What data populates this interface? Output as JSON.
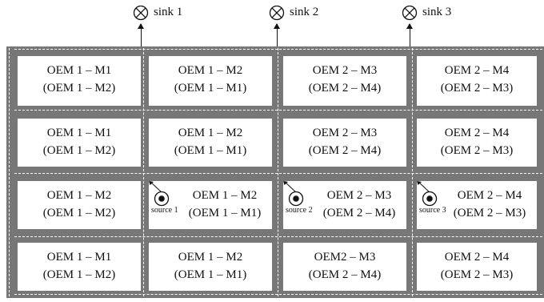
{
  "sinks": [
    {
      "label": "sink 1"
    },
    {
      "label": "sink 2"
    },
    {
      "label": "sink 3"
    }
  ],
  "rows": [
    [
      {
        "top": "OEM 1 – M1",
        "bottom": "(OEM 1 – M2)"
      },
      {
        "top": "OEM 1 – M2",
        "bottom": "(OEM 1 – M1)"
      },
      {
        "top": "OEM 2 – M3",
        "bottom": "(OEM 2 – M4)"
      },
      {
        "top": "OEM 2 – M4",
        "bottom": "(OEM 2 – M3)"
      }
    ],
    [
      {
        "top": "OEM 1 – M1",
        "bottom": "(OEM 1 – M2)"
      },
      {
        "top": "OEM 1 – M2",
        "bottom": "(OEM 1 – M1)"
      },
      {
        "top": "OEM 2 – M3",
        "bottom": "(OEM 2 – M4)"
      },
      {
        "top": "OEM 2 – M4",
        "bottom": "(OEM 2 – M3)"
      }
    ],
    [
      {
        "top": "OEM 1 – M2",
        "bottom": "(OEM 1 – M2)"
      },
      {
        "top": "OEM 1 – M2",
        "bottom": "(OEM 1 – M1)",
        "source": "source 1"
      },
      {
        "top": "OEM 2 – M3",
        "bottom": "(OEM 2 – M4)",
        "source": "source 2"
      },
      {
        "top": "OEM 2 – M4",
        "bottom": "(OEM 2 – M3)",
        "source": "source 3"
      }
    ],
    [
      {
        "top": "OEM 1 – M1",
        "bottom": "(OEM 1 – M2)"
      },
      {
        "top": "OEM 1 – M2",
        "bottom": "(OEM 1 – M1)"
      },
      {
        "top": "OEM2 – M3",
        "bottom": "(OEM 2 – M4)"
      },
      {
        "top": "OEM 2 – M4",
        "bottom": "(OEM 2 – M3)"
      }
    ]
  ],
  "colors": {
    "aisle": "#777777",
    "aisle_dash": "#ffffff",
    "cell": "#ffffff",
    "ink": "#111111"
  }
}
